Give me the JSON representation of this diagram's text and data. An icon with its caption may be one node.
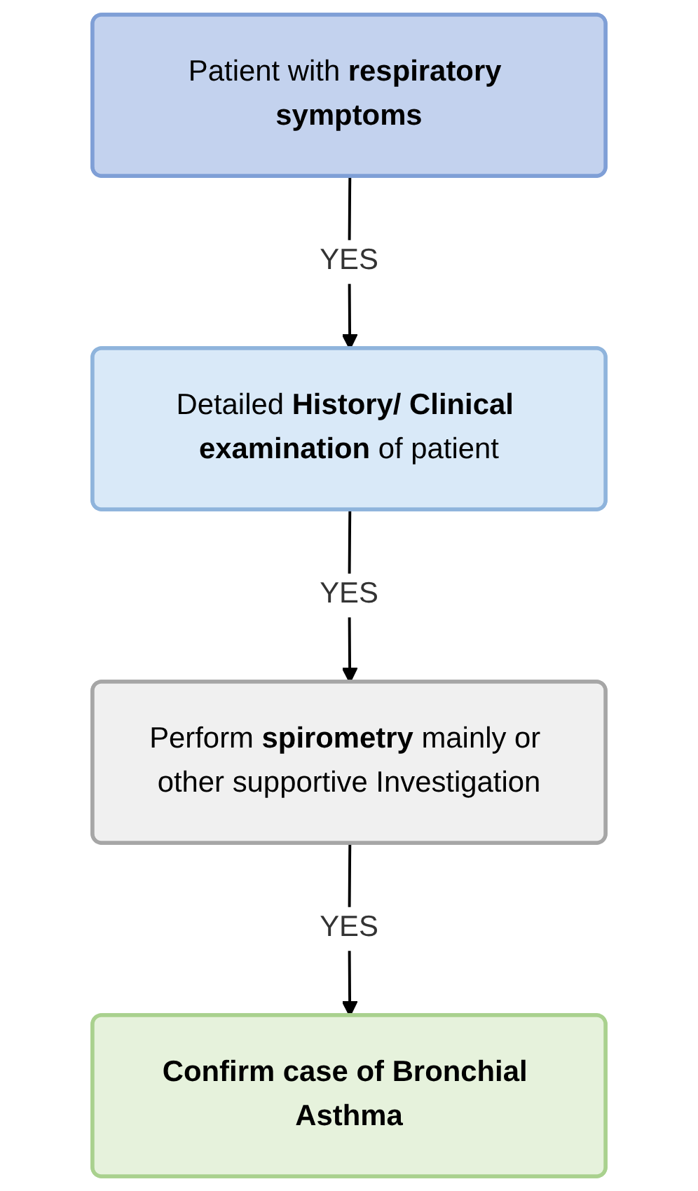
{
  "diagram": {
    "nodes": [
      {
        "text": [
          "Patient with **respiratory symptoms**"
        ]
      },
      {
        "text": [
          "Detailed **History/ Clinical examination** of patient"
        ]
      },
      {
        "text": [
          "Perform **spirometry** mainly or other supportive Investigation"
        ]
      },
      {
        "text": [
          "Confirm case of Bronchial Asthma"
        ]
      }
    ],
    "edges": [
      {
        "from": 0,
        "to": 1,
        "arrow": "to",
        "label": "YES"
      },
      {
        "from": 1,
        "to": 2,
        "arrow": "to",
        "label": "YES"
      },
      {
        "from": 2,
        "to": 3,
        "arrow": "to",
        "label": "YES"
      }
    ]
  }
}
